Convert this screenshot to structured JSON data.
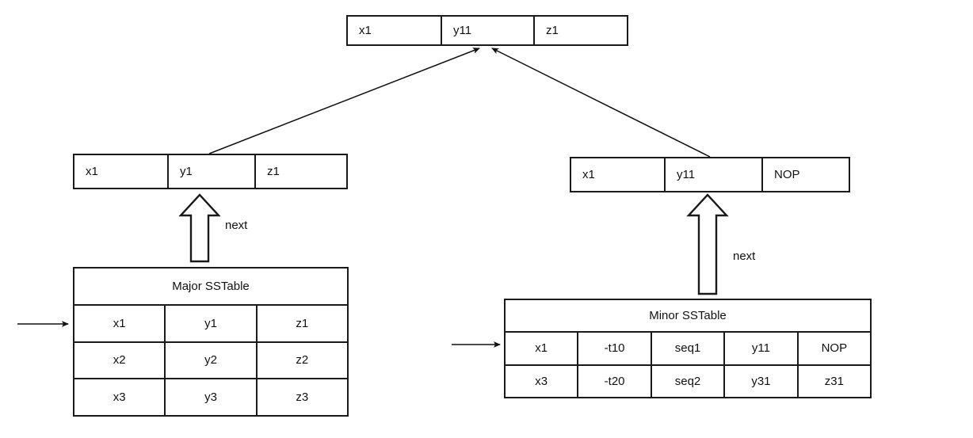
{
  "diagram": {
    "title": "SSTable merge / next-pointer diagram",
    "background_color": "#ffffff",
    "line_color": "#1a1a1a",
    "text_color": "#111111"
  },
  "nodes": {
    "merged_result": {
      "name": "merged-result-row",
      "cells": [
        "x1",
        "y11",
        "z1"
      ]
    },
    "major_current": {
      "name": "major-current-row",
      "cells": [
        "x1",
        "y1",
        "z1"
      ]
    },
    "minor_current": {
      "name": "minor-current-row",
      "cells": [
        "x1",
        "y11",
        "NOP"
      ]
    }
  },
  "tables": {
    "major": {
      "title": "Major SSTable",
      "columns": 3,
      "rows": [
        [
          "x1",
          "y1",
          "z1"
        ],
        [
          "x2",
          "y2",
          "z2"
        ],
        [
          "x3",
          "y3",
          "z3"
        ]
      ]
    },
    "minor": {
      "title": "Minor SSTable",
      "columns": 5,
      "rows": [
        [
          "x1",
          "-t10",
          "seq1",
          "y11",
          "NOP"
        ],
        [
          "x3",
          "-t20",
          "seq2",
          "y31",
          "z31"
        ]
      ]
    }
  },
  "labels": {
    "next_left": "next",
    "next_right": "next"
  },
  "arrows": [
    {
      "name": "input-arrow-major",
      "type": "thin-line-arrow",
      "direction": "right"
    },
    {
      "name": "input-arrow-minor",
      "type": "thin-line-arrow",
      "direction": "right"
    },
    {
      "name": "next-arrow-major",
      "type": "hollow-block-arrow",
      "direction": "up",
      "label": "next"
    },
    {
      "name": "next-arrow-minor",
      "type": "hollow-block-arrow",
      "direction": "up",
      "label": "next"
    },
    {
      "name": "merge-arrow-from-major",
      "type": "thin-line-arrow",
      "direction": "up-right"
    },
    {
      "name": "merge-arrow-from-minor",
      "type": "thin-line-arrow",
      "direction": "up-left"
    }
  ]
}
